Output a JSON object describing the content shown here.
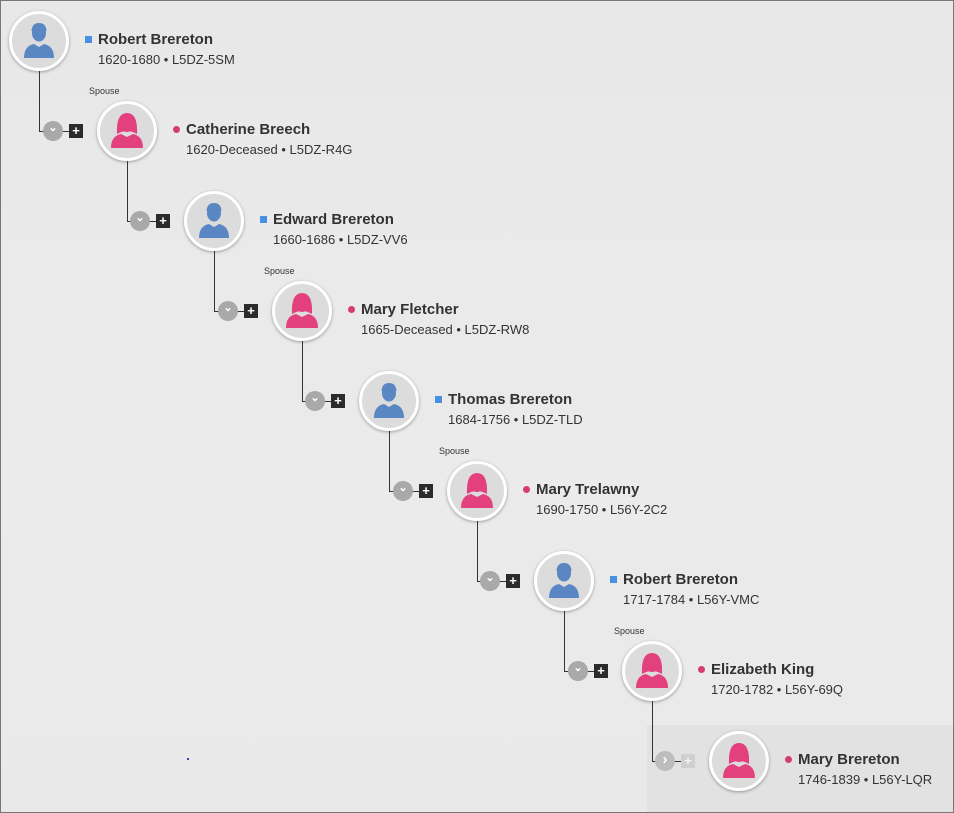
{
  "tree": {
    "spouse_label": "Spouse",
    "persons": [
      {
        "name": "Robert Brereton",
        "details": "1620-1680 • L5DZ-5SM",
        "gender": "male",
        "spouse": false
      },
      {
        "name": "Catherine Breech",
        "details": "1620-Deceased • L5DZ-R4G",
        "gender": "female",
        "spouse": true
      },
      {
        "name": "Edward Brereton",
        "details": "1660-1686 • L5DZ-VV6",
        "gender": "male",
        "spouse": false
      },
      {
        "name": "Mary Fletcher",
        "details": "1665-Deceased • L5DZ-RW8",
        "gender": "female",
        "spouse": true
      },
      {
        "name": "Thomas Brereton",
        "details": "1684-1756 • L5DZ-TLD",
        "gender": "male",
        "spouse": false
      },
      {
        "name": "Mary Trelawny",
        "details": "1690-1750 • L56Y-2C2",
        "gender": "female",
        "spouse": true
      },
      {
        "name": "Robert Brereton",
        "details": "1717-1784 • L56Y-VMC",
        "gender": "male",
        "spouse": false
      },
      {
        "name": "Elizabeth King",
        "details": "1720-1782 • L56Y-69Q",
        "gender": "female",
        "spouse": true
      },
      {
        "name": "Mary Brereton",
        "details": "1746-1839 • L56Y-LQR",
        "gender": "female",
        "spouse": false
      }
    ],
    "controls": {
      "collapse_icon": "chevron-down-icon",
      "expand_icon": "chevron-right-icon",
      "add_icon": "plus-icon"
    }
  },
  "colors": {
    "male": "#4a90e2",
    "female": "#d63b72",
    "male_avatar": "#5b86c4",
    "female_avatar": "#e2417e"
  }
}
